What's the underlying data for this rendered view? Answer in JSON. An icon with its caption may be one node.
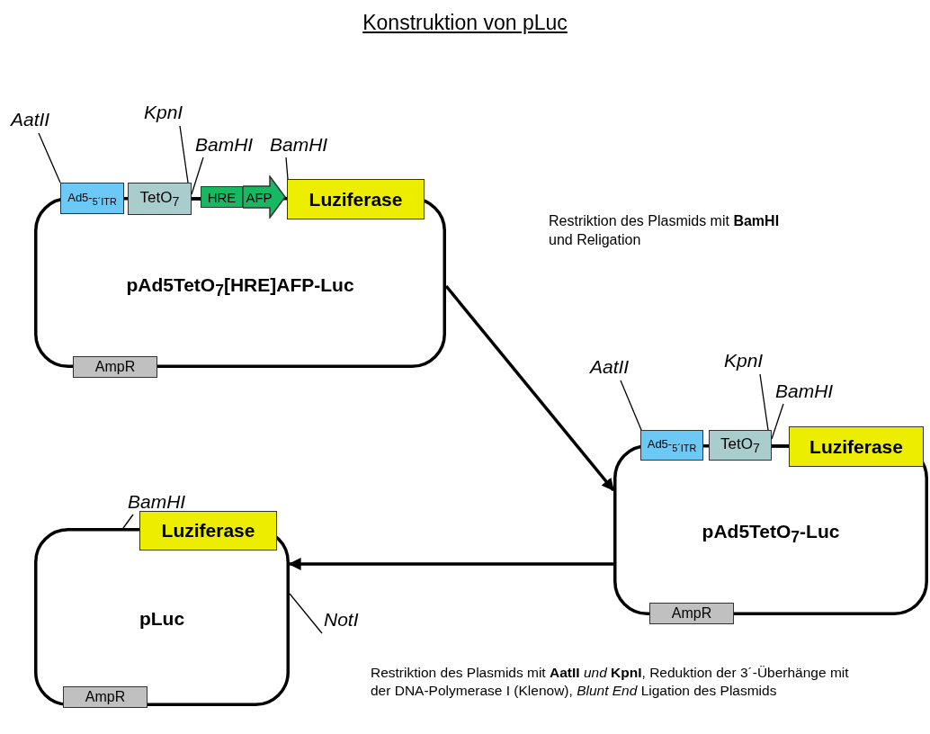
{
  "diagram": {
    "title": "Konstruktion von pLuc",
    "nodes": [
      {
        "text": [
          "pAd5TetO$_{7}$[HRE]AFP-Luc"
        ]
      },
      {
        "text": [
          "AatII"
        ]
      },
      {
        "text": [
          "KpnI"
        ]
      },
      {
        "text": [
          "BamHI"
        ]
      },
      {
        "text": [
          "BamHI"
        ]
      },
      {
        "text": [
          "Ad5-$_{5´ITR}$"
        ]
      },
      {
        "text": [
          "TetO$_{7}$"
        ]
      },
      {
        "text": [
          "HRE"
        ]
      },
      {
        "text": [
          "AFP"
        ]
      },
      {
        "text": [
          "Luziferase"
        ]
      },
      {
        "text": [
          "AmpR"
        ]
      },
      {
        "text": [
          "pAd5TetO$_{7}$-Luc"
        ]
      },
      {
        "text": [
          "AatII"
        ]
      },
      {
        "text": [
          "KpnI"
        ]
      },
      {
        "text": [
          "BamHI"
        ]
      },
      {
        "text": [
          "Ad5-$_{5´ITR}$"
        ]
      },
      {
        "text": [
          "TetO$_{7}$"
        ]
      },
      {
        "text": [
          "Luziferase"
        ]
      },
      {
        "text": [
          "AmpR"
        ]
      },
      {
        "text": [
          "pLuc"
        ]
      },
      {
        "text": [
          "BamHI"
        ]
      },
      {
        "text": [
          "Luziferase"
        ]
      },
      {
        "text": [
          "NotI"
        ]
      },
      {
        "text": [
          "AmpR"
        ]
      }
    ],
    "edges": [
      {
        "from": 1,
        "to": 5,
        "arrow": "none"
      },
      {
        "from": 2,
        "to": 6,
        "arrow": "none"
      },
      {
        "from": 3,
        "to": 6,
        "arrow": "none"
      },
      {
        "from": 4,
        "to": 9,
        "arrow": "none"
      },
      {
        "from": 12,
        "to": 15,
        "arrow": "none"
      },
      {
        "from": 13,
        "to": 16,
        "arrow": "none"
      },
      {
        "from": 14,
        "to": 16,
        "arrow": "none"
      },
      {
        "from": 20,
        "to": 19,
        "arrow": "none"
      },
      {
        "from": 22,
        "to": 19,
        "arrow": "none"
      },
      {
        "from": 0,
        "to": 11,
        "arrow": "to",
        "style": "thick"
      },
      {
        "from": 11,
        "to": 19,
        "arrow": "to",
        "style": "thick"
      }
    ],
    "labels": [
      "Restriktion des Plasmids mit **BamHI** und Religation",
      "Restriktion des Plasmids mit **AatII** *und* **KpnI**, Reduktion der 3´-Überhänge mit der DNA-Polymerase I (Klenow), *Blunt End* Ligation des Plasmids"
    ]
  }
}
